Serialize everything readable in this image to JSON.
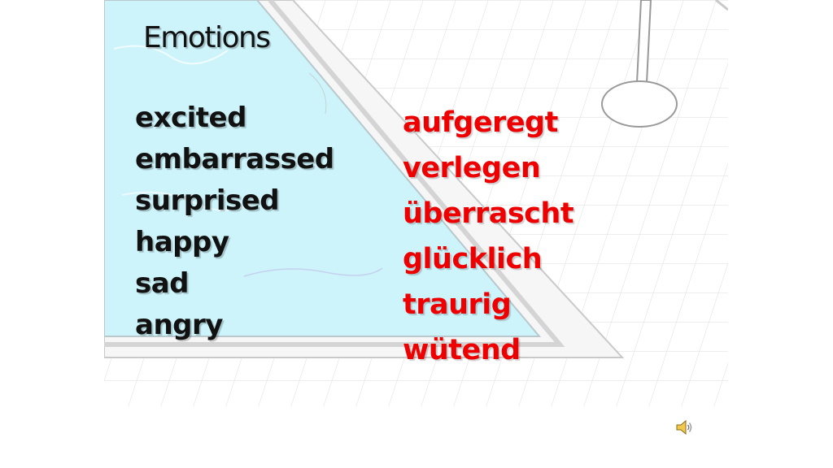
{
  "slide": {
    "title": "Emotions",
    "english_words": [
      "excited",
      "embarrassed",
      "surprised",
      "happy",
      "sad",
      "angry"
    ],
    "german_words": [
      "aufgeregt",
      "verlegen",
      "überrascht",
      "glücklich",
      "traurig",
      "wütend"
    ]
  },
  "colors": {
    "pool_water": "#cdf4fb",
    "grid_lines": "#d9d9d9",
    "pool_rim": "#d0d0d0",
    "english_text": "#111111",
    "german_text": "#ee0000"
  },
  "icons": {
    "audio": "speaker-icon"
  }
}
